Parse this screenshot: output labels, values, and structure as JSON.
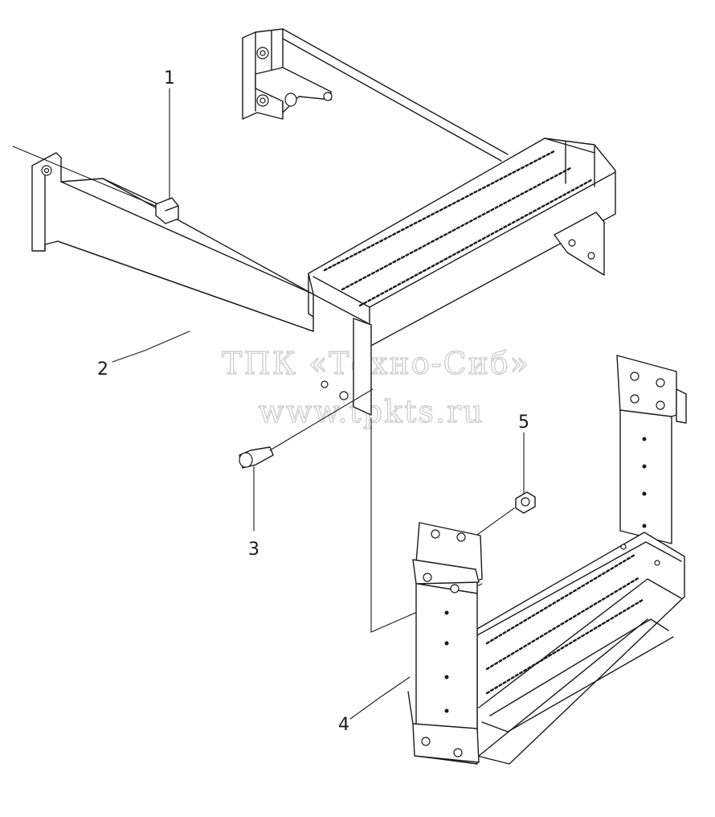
{
  "callouts": {
    "c1": "1",
    "c2": "2",
    "c3": "3",
    "c4": "4",
    "c5": "5"
  },
  "watermark": {
    "line1": "ТПК «Техно-Сиб»",
    "line2": "www.tpkts.ru"
  }
}
